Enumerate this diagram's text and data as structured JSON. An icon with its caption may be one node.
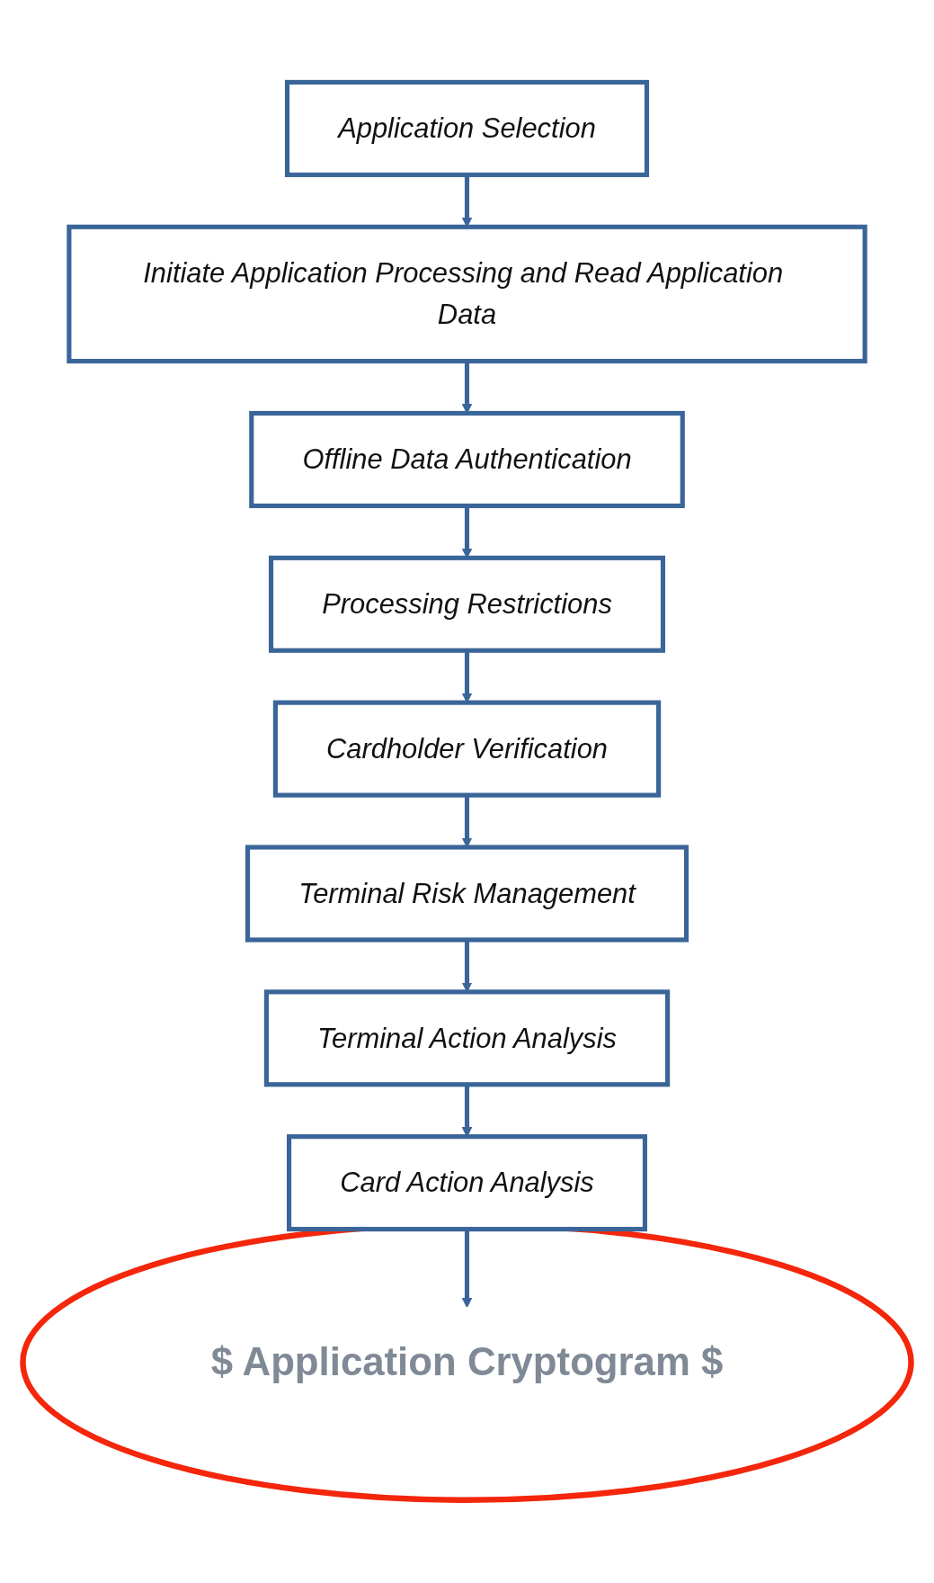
{
  "diagram": {
    "nodes": [
      {
        "text": [
          "Application Selection"
        ]
      },
      {
        "text": [
          "Initiate Application Processing and Read Application Data"
        ]
      },
      {
        "text": [
          "Offline Data Authentication"
        ]
      },
      {
        "text": [
          "Processing Restrictions"
        ]
      },
      {
        "text": [
          "Cardholder Verification"
        ]
      },
      {
        "text": [
          "Terminal Risk Management"
        ]
      },
      {
        "text": [
          "Terminal Action Analysis"
        ]
      },
      {
        "text": [
          "Card Action Analysis"
        ]
      },
      {
        "text": [],
        "shape": "ellipse"
      },
      {
        "text": [
          "$ Application Cryptogram $"
        ],
        "in": 8
      }
    ],
    "edges": [
      {
        "from": 0,
        "to": 1,
        "arrow": "to"
      },
      {
        "from": 1,
        "to": 2,
        "arrow": "to"
      },
      {
        "from": 2,
        "to": 3,
        "arrow": "to"
      },
      {
        "from": 3,
        "to": 4,
        "arrow": "to"
      },
      {
        "from": 4,
        "to": 5,
        "arrow": "to"
      },
      {
        "from": 5,
        "to": 6,
        "arrow": "to"
      },
      {
        "from": 6,
        "to": 7,
        "arrow": "to"
      },
      {
        "from": 7,
        "to": 9,
        "arrow": "to"
      }
    ]
  }
}
